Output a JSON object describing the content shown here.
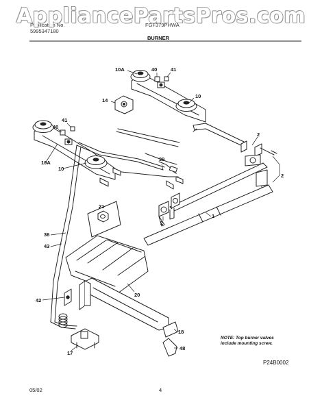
{
  "watermark": "AppliancePartsPros.com",
  "header": {
    "publication_label": "Publication No.",
    "publication_no": "5995347180",
    "model": "FGF379PHWA",
    "section": "BURNER"
  },
  "callouts": {
    "c10A_top": "10A",
    "c40_top": "40",
    "c41_top": "41",
    "c10_top": "10",
    "c14": "14",
    "c41_left": "41",
    "c40_left": "40",
    "c2_right": "2",
    "c2_far_right": "2",
    "c39": "39",
    "c10A_left": "10A",
    "c10_left": "10",
    "c21": "21",
    "c2_mid": "2",
    "c1": "1",
    "c36": "36",
    "c43": "43",
    "c20": "20",
    "c42": "42",
    "c18": "18",
    "c48": "48",
    "c17": "17"
  },
  "note": {
    "line1": "NOTE: Top burner valves",
    "line2": "include mounting screw."
  },
  "diagram_code": "P24B0002",
  "footer": {
    "date": "05/02",
    "page": "4"
  }
}
